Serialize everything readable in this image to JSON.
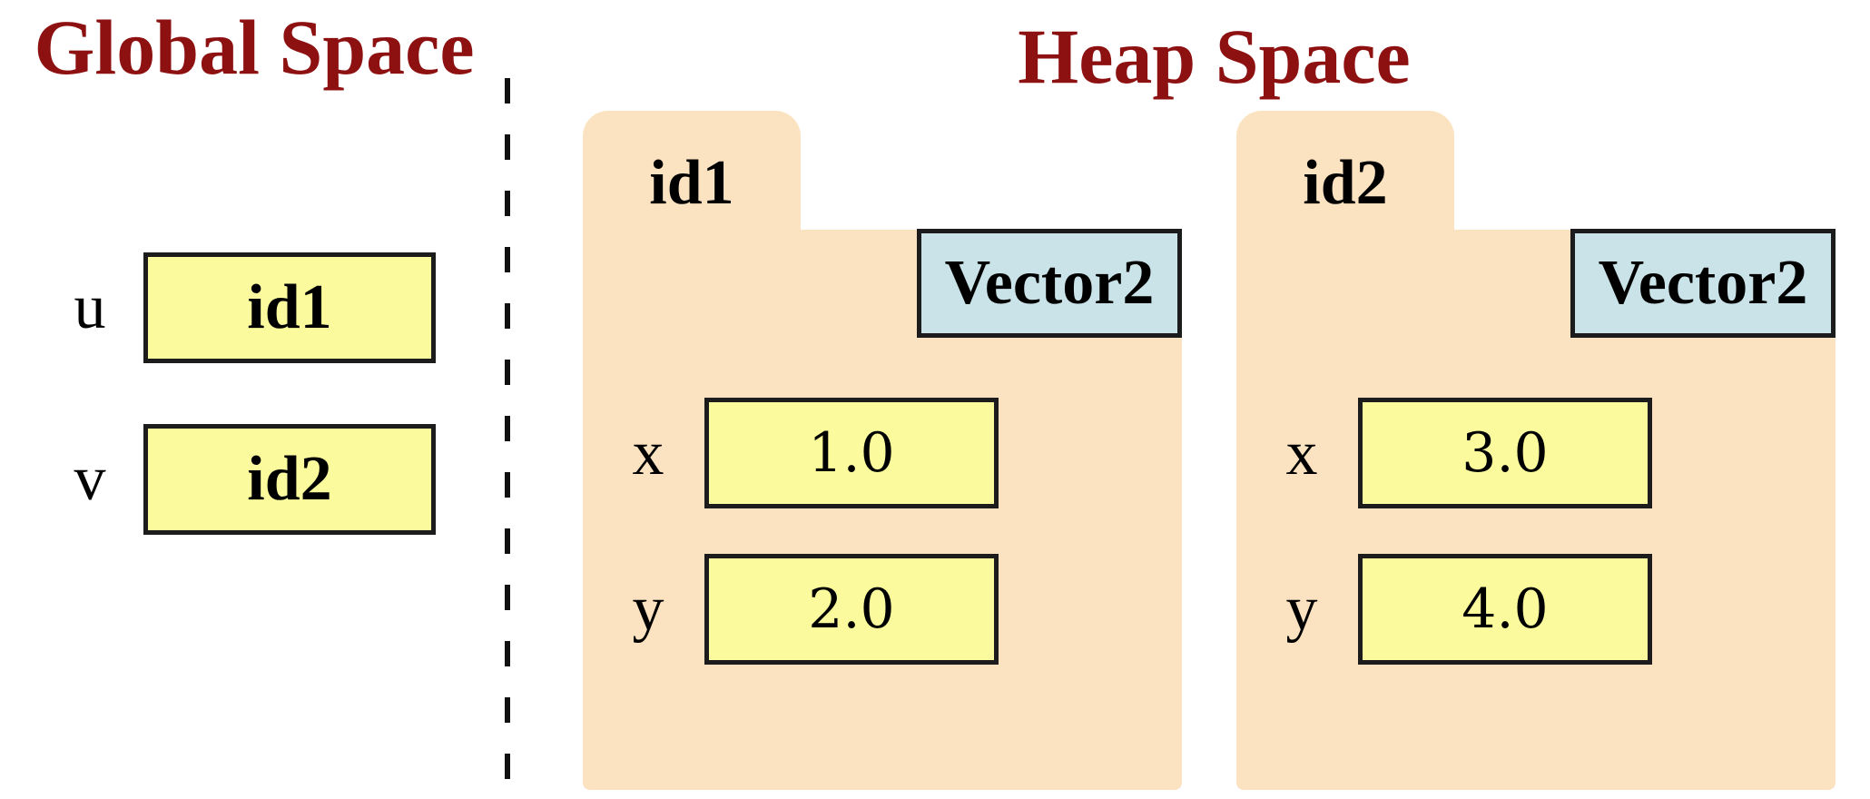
{
  "headings": {
    "global": "Global Space",
    "heap": "Heap Space"
  },
  "colors": {
    "heading_text": "#8E1111",
    "folder_fill": "#FBE3C1",
    "value_box_fill": "#FBFB9D",
    "type_box_fill": "#C9E3E8",
    "border": "#1C1C1C"
  },
  "global_space": {
    "variables": [
      {
        "name": "u",
        "value": "id1"
      },
      {
        "name": "v",
        "value": "id2"
      }
    ]
  },
  "heap_space": {
    "objects": [
      {
        "id": "id1",
        "type": "Vector2",
        "fields": [
          {
            "name": "x",
            "value": "1.0"
          },
          {
            "name": "y",
            "value": "2.0"
          }
        ]
      },
      {
        "id": "id2",
        "type": "Vector2",
        "fields": [
          {
            "name": "x",
            "value": "3.0"
          },
          {
            "name": "y",
            "value": "4.0"
          }
        ]
      }
    ]
  }
}
